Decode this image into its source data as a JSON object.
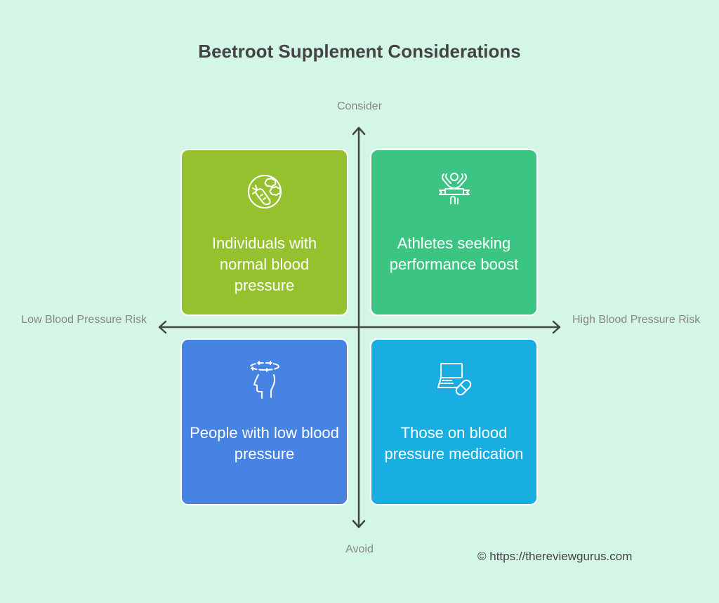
{
  "title": "Beetroot Supplement Considerations",
  "axes": {
    "top_label": "Consider",
    "bottom_label": "Avoid",
    "left_label": "Low Blood Pressure Risk",
    "right_label": "High Blood Pressure Risk",
    "color": "#444444",
    "label_color": "#878787"
  },
  "quadrants": [
    {
      "position": "top-left",
      "icon": "carrot-vegetables-icon",
      "label": "Individuals with normal blood pressure",
      "color": "#95c12f"
    },
    {
      "position": "top-right",
      "icon": "athlete-finish-line-icon",
      "label": "Athletes seeking performance boost",
      "color": "#3cc482"
    },
    {
      "position": "bottom-left",
      "icon": "dizzy-head-icon",
      "label": "People with low blood pressure",
      "color": "#4683e2"
    },
    {
      "position": "bottom-right",
      "icon": "laptop-pill-icon",
      "label": "Those on blood pressure medication",
      "color": "#18aee1"
    }
  ],
  "credit": "© https://thereviewgurus.com",
  "background_color": "#d4f6e6"
}
